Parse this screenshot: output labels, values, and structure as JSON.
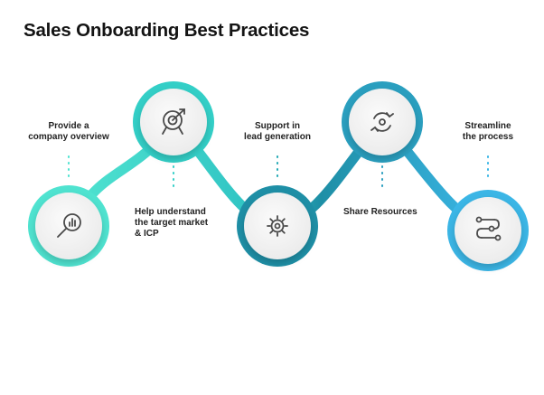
{
  "title": "Sales Onboarding Best Practices",
  "steps": [
    {
      "label": "Provide a\ncompany overview",
      "icon": "magnifier-chart-icon"
    },
    {
      "label": "Help understand\nthe target market\n& ICP",
      "icon": "target-arrow-icon"
    },
    {
      "label": "Support in\nlead generation",
      "icon": "gear-icon"
    },
    {
      "label": "Share Resources",
      "icon": "refresh-icon"
    },
    {
      "label": "Streamline\nthe process",
      "icon": "workflow-icon"
    }
  ],
  "colors": {
    "teal_light": "#4fe3d0",
    "teal_mid": "#2fc3c3",
    "teal_dark": "#1e8fa6",
    "blue": "#3bb6e6",
    "circle_fill": "#f4f4f4",
    "icon": "#4a4a4a",
    "text": "#222222"
  }
}
